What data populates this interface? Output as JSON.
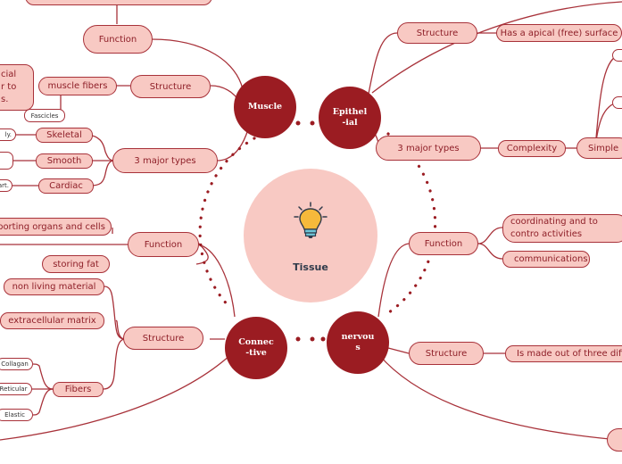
{
  "central": {
    "label": "Tissue",
    "icon": "lightbulb-icon"
  },
  "hubs": {
    "muscle": "Muscle",
    "epithelial": "Epithel\n-ial",
    "connective": "Connec\n-tive",
    "nervous": "nervou\ns"
  },
  "muscle": {
    "function": "Function",
    "structure": "Structure",
    "muscle_fibers": "muscle fibers",
    "fascicles": "Fascicles",
    "fiber_note": "cial\nr to\ns.",
    "three_types": "3 major types",
    "skeletal": "Skeletal",
    "smooth": "Smooth",
    "cardiac": "Cardiac",
    "skeletal_note": "ly.",
    "cardiac_note": "art."
  },
  "epithelial": {
    "structure": "Structure",
    "apical": "Has a apical (free) surface",
    "three_types": "3 major types",
    "complexity": "Complexity",
    "simple": "Simple"
  },
  "connective": {
    "function": "Function",
    "supporting": "porting organs and cells",
    "storing_fat": "storing fat",
    "structure": "Structure",
    "non_living": "non living material",
    "matrix": "extracellular matrix",
    "fibers": "Fibers",
    "collagen": "Collagan",
    "reticular": "Reticular",
    "elastic": "Elastic"
  },
  "nervous": {
    "function": "Function",
    "coordinating": "coordinating and to contro activities",
    "communications": "communications",
    "structure": "Structure",
    "three_diff": "Is made out of three diffe"
  },
  "colors": {
    "hub": "#9b1c22",
    "pill_fill": "#f8c9c3",
    "line": "#a8323a",
    "text": "#8e1f28",
    "center": "#f8c9c3"
  }
}
